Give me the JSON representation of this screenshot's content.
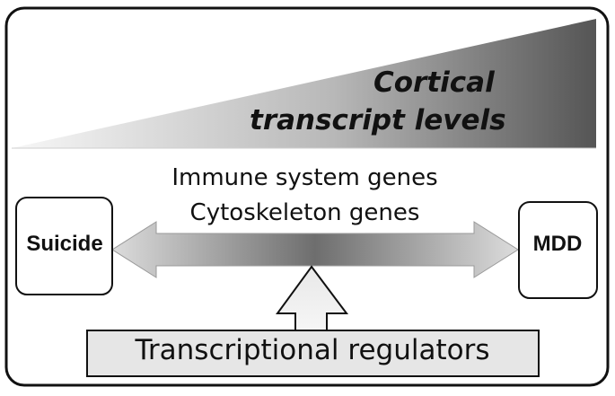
{
  "wedge": {
    "line1": "Cortical",
    "line2": "transcript levels"
  },
  "genes": {
    "line1": "Immune system genes",
    "line2": "Cytoskeleton genes"
  },
  "nodes": {
    "left": "Suicide",
    "right": "MDD"
  },
  "regulators": {
    "label": "Transcriptional regulators"
  },
  "colors": {
    "outline": "#111111",
    "wedge_dark": "#555555",
    "wedge_light": "#f5f5f5",
    "arrow_mid": "#6e6e6e",
    "arrow_edge": "#d6d6d6",
    "box_fill": "#e6e6e6"
  }
}
